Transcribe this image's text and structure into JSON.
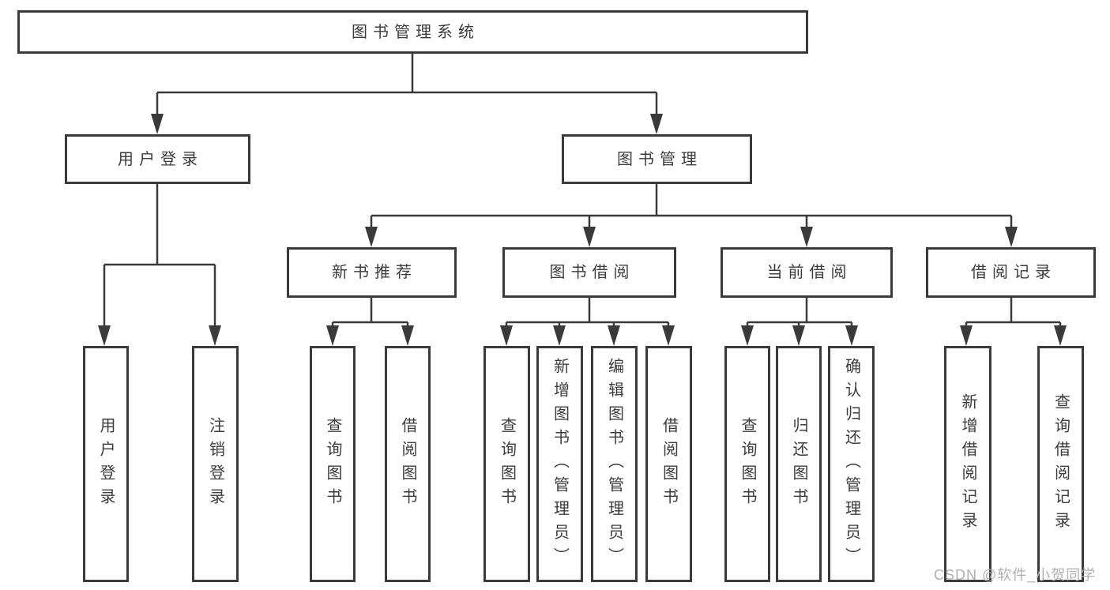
{
  "diagram": {
    "type": "hierarchy-tree",
    "tree": {
      "label": "图书管理系统",
      "children": [
        {
          "label": "用户登录",
          "children": [
            {
              "label": "用户登录"
            },
            {
              "label": "注销登录"
            }
          ]
        },
        {
          "label": "图书管理",
          "children": [
            {
              "label": "新书推荐",
              "children": [
                {
                  "label": "查询图书"
                },
                {
                  "label": "借阅图书"
                }
              ]
            },
            {
              "label": "图书借阅",
              "children": [
                {
                  "label": "查询图书"
                },
                {
                  "label": "新增图书（管理员）"
                },
                {
                  "label": "编辑图书（管理员）"
                },
                {
                  "label": "借阅图书"
                }
              ]
            },
            {
              "label": "当前借阅",
              "children": [
                {
                  "label": "查询图书"
                },
                {
                  "label": "归还图书"
                },
                {
                  "label": "确认归还（管理员）"
                }
              ]
            },
            {
              "label": "借阅记录",
              "children": [
                {
                  "label": "新增借阅记录"
                },
                {
                  "label": "查询借阅记录"
                }
              ]
            }
          ]
        }
      ]
    },
    "colors": {
      "line": "#3a3a3a",
      "text": "#3c3c3c",
      "background": "#ffffff",
      "watermark": "#b0b0b0"
    }
  },
  "watermark": {
    "text": "CSDN @软件_小贺同学"
  }
}
